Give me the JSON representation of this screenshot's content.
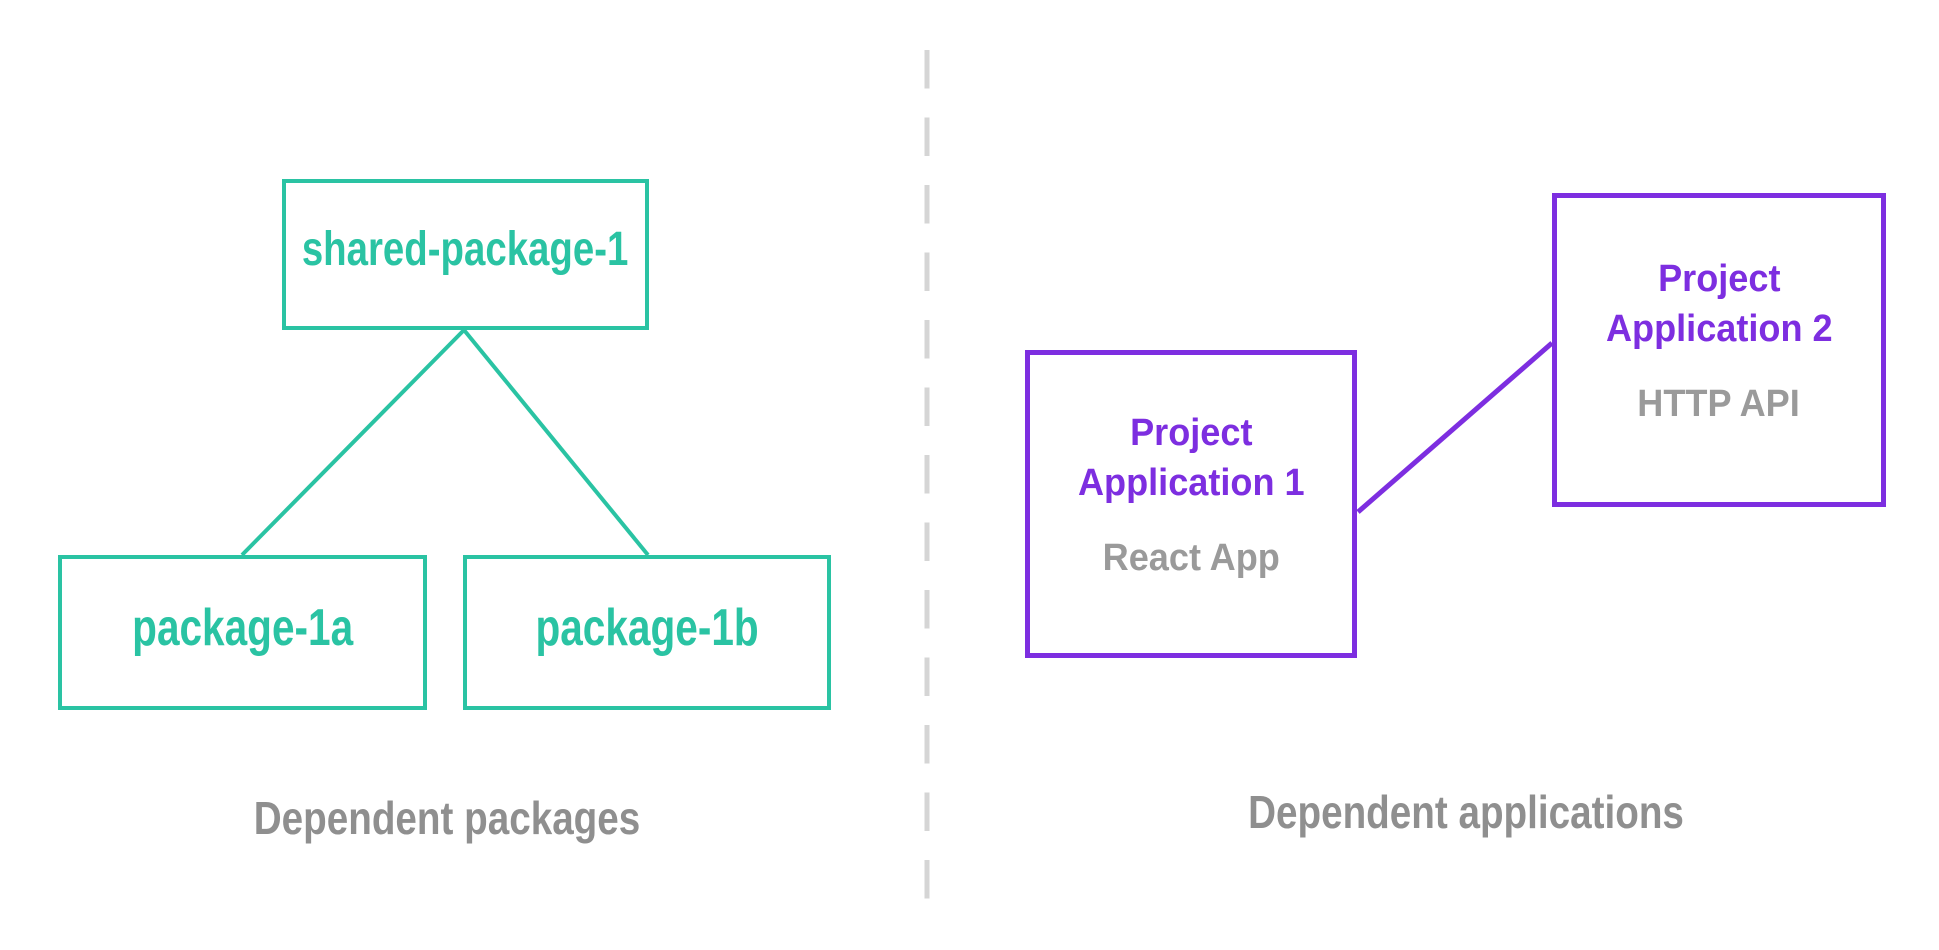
{
  "colors": {
    "teal": "#2ac3a3",
    "purple": "#7d2ee0",
    "caption_gray": "#8f8f8f",
    "subtitle_gray": "#9a9a9a",
    "dash_gray": "#d5d5d5"
  },
  "left": {
    "nodes": {
      "shared": {
        "label": "shared-package-1"
      },
      "a": {
        "label": "package-1a"
      },
      "b": {
        "label": "package-1b"
      }
    },
    "caption": "Dependent packages"
  },
  "right": {
    "nodes": {
      "app1": {
        "line1": "Project",
        "line2": "Application 1",
        "subtitle": "React App"
      },
      "app2": {
        "line1": "Project",
        "line2": "Application 2",
        "subtitle": "HTTP API"
      }
    },
    "caption": "Dependent applications"
  }
}
